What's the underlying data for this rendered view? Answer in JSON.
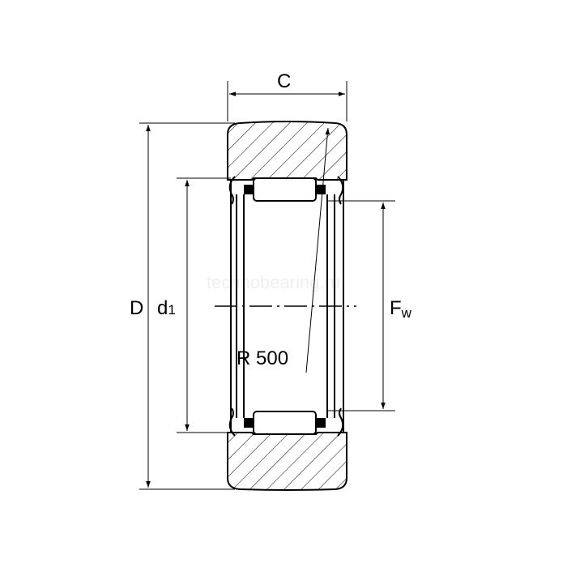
{
  "labels": {
    "width": "C",
    "outer_diameter": "D",
    "bore_diameter_main": "d",
    "bore_diameter_sub": "1",
    "raceway_diameter_main": "F",
    "raceway_diameter_sub": "w",
    "radius": "R 500"
  },
  "watermark": "technobearing.ru"
}
